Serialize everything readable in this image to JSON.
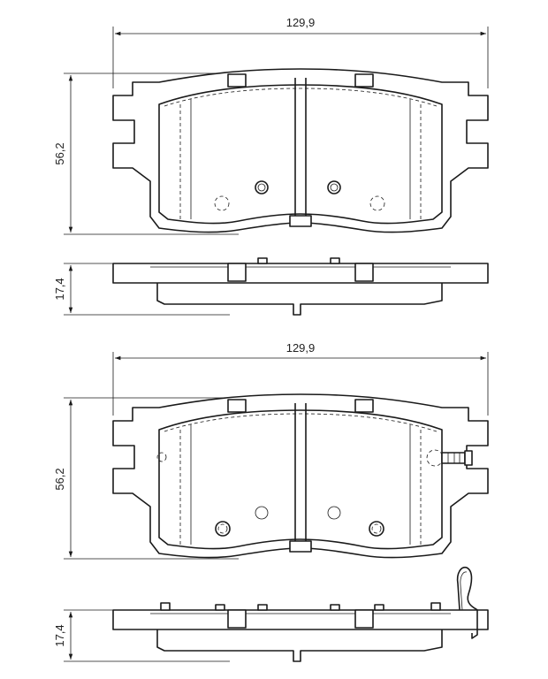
{
  "dimensions": {
    "top_width": "129,9",
    "top_height": "56,2",
    "top_thickness": "17,4",
    "bottom_width": "129,9",
    "bottom_height": "56,2",
    "bottom_thickness": "17,4"
  }
}
